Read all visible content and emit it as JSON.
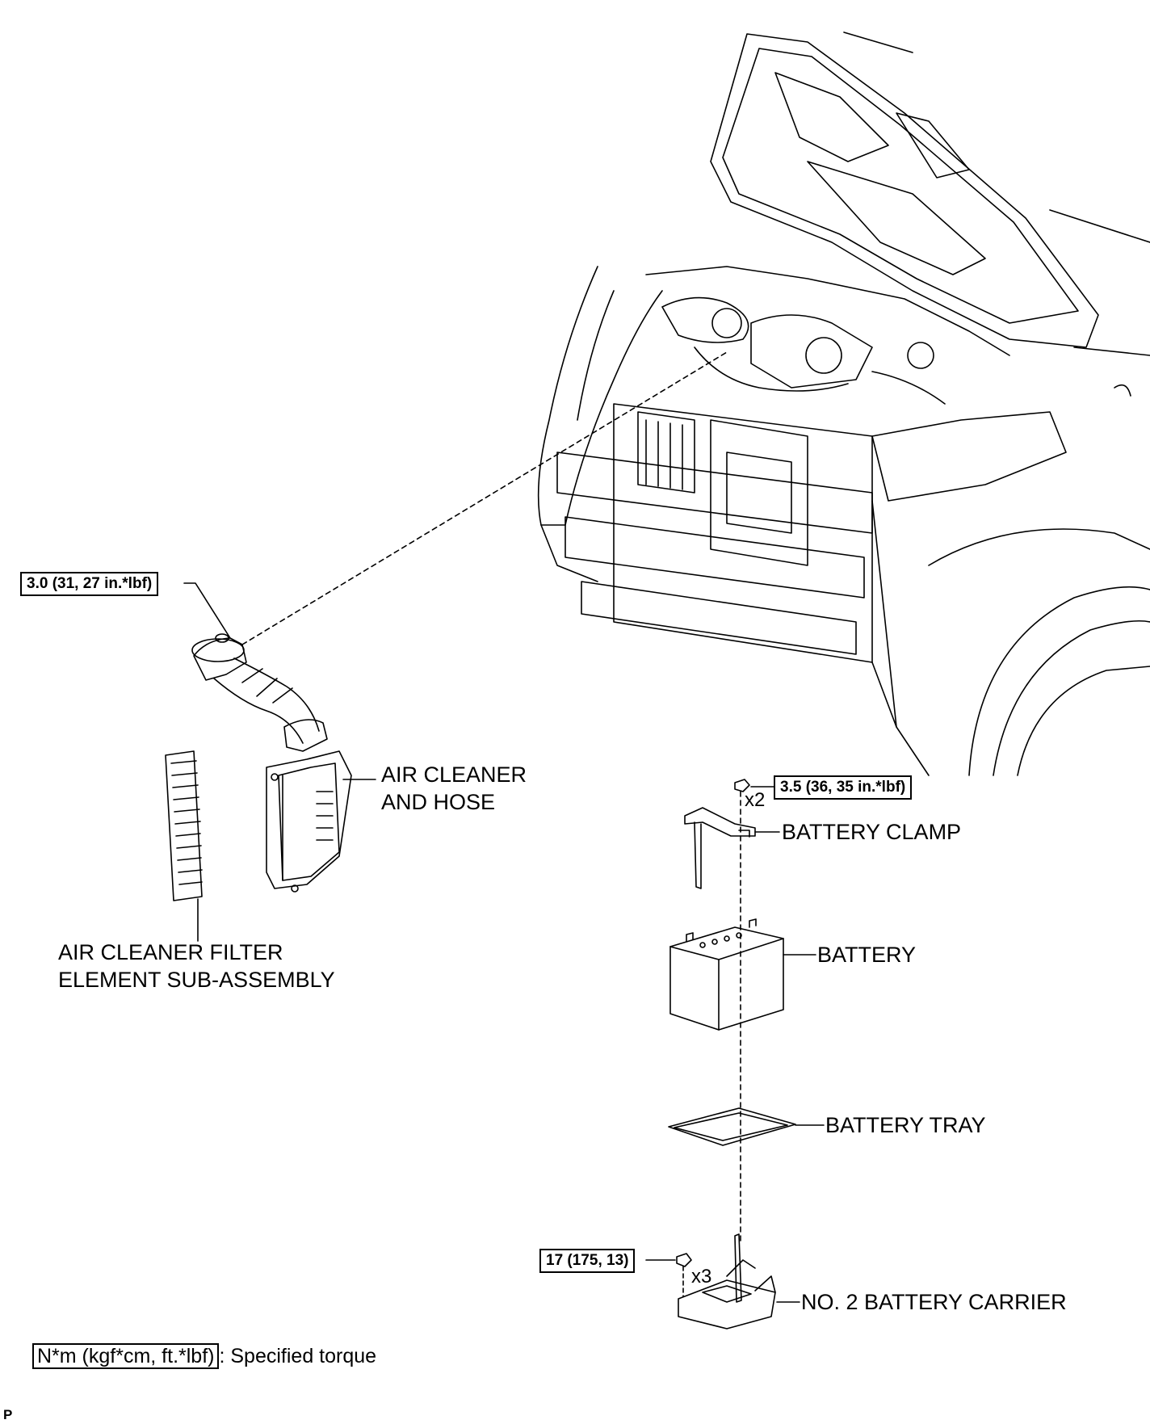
{
  "labels": {
    "air_cleaner_and_hose": [
      "AIR CLEANER",
      "AND HOSE"
    ],
    "air_cleaner_filter": [
      "AIR CLEANER FILTER",
      "ELEMENT SUB-ASSEMBLY"
    ],
    "battery_clamp": "BATTERY CLAMP",
    "battery": "BATTERY",
    "battery_tray": "BATTERY TRAY",
    "no2_battery_carrier": "NO. 2 BATTERY CARRIER"
  },
  "torques": {
    "air_hose_clamp": "3.0 (31, 27 in.*lbf)",
    "battery_clamp_nut": "3.5 (36, 35 in.*lbf)",
    "carrier_bolt": "17 (175, 13)"
  },
  "quantities": {
    "clamp_nut": "x2",
    "carrier_bolt": "x3"
  },
  "legend": {
    "unit": "N*m (kgf*cm, ft.*lbf)",
    "text": ": Specified torque"
  },
  "corner_code": "P"
}
